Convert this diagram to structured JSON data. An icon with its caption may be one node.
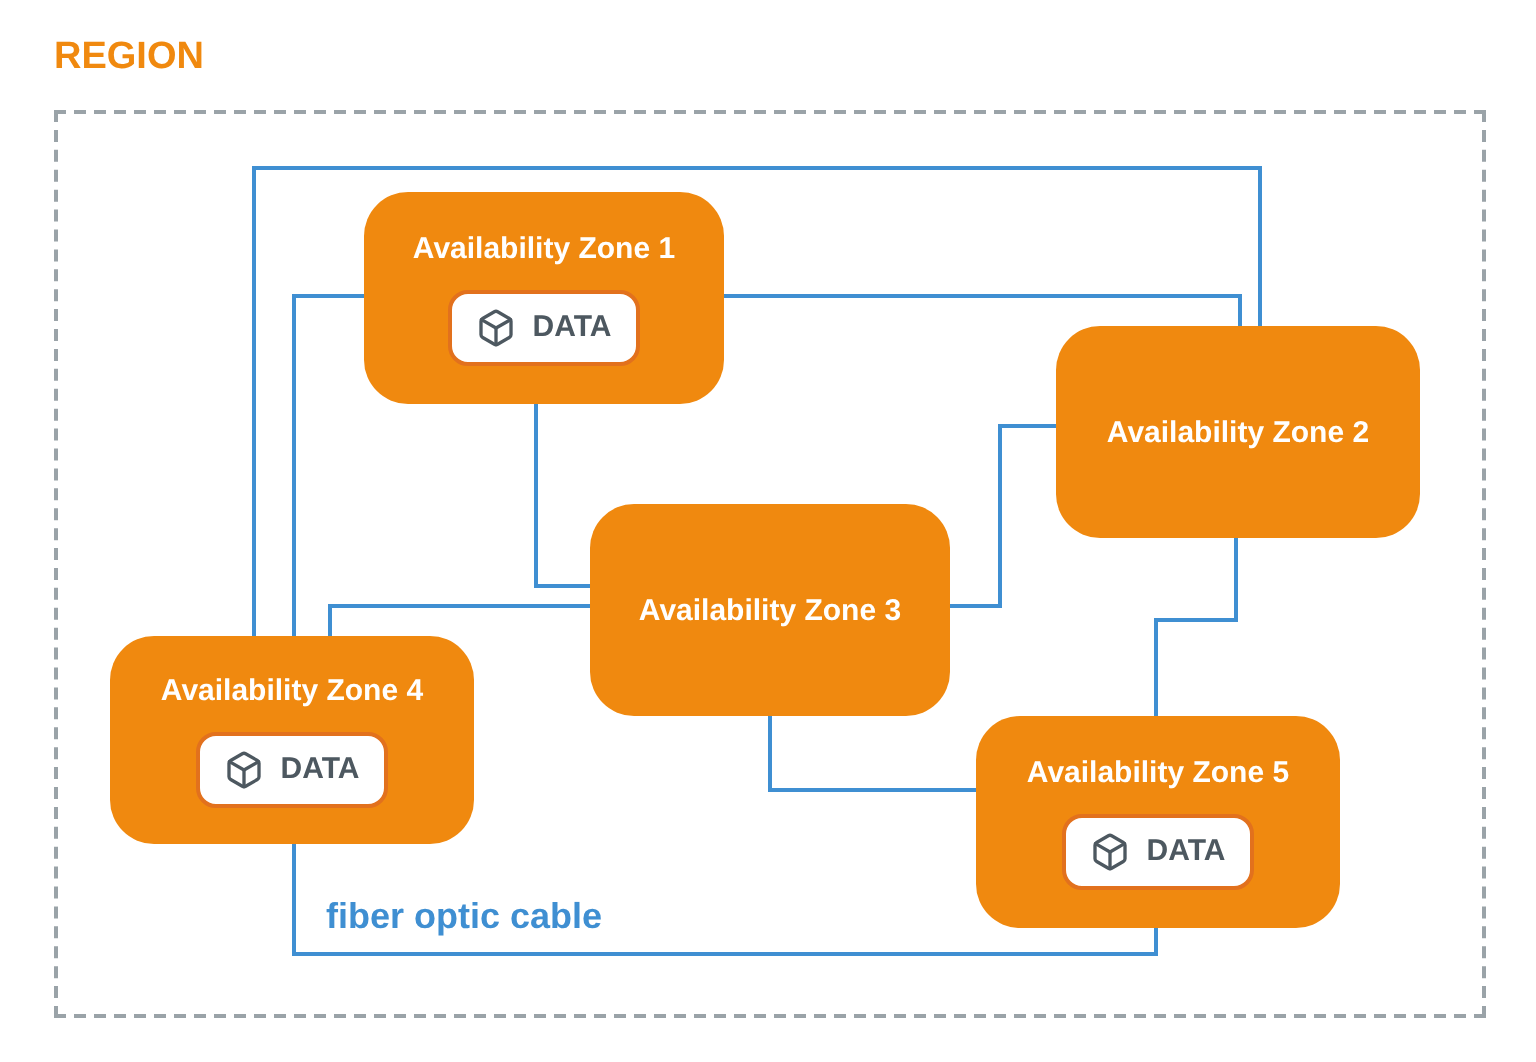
{
  "diagram": {
    "nodes": [
      {
        "text": [
          "REGION"
        ]
      },
      {
        "text": [
          "Availability Zone 1"
        ],
        "in": 0
      },
      {
        "text": [
          "DATA"
        ],
        "in": 1
      },
      {
        "text": [
          "Availability Zone 2"
        ],
        "in": 0
      },
      {
        "text": [
          "Availability Zone 3"
        ],
        "in": 0
      },
      {
        "text": [
          "Availability Zone 4"
        ],
        "in": 0
      },
      {
        "text": [
          "DATA"
        ],
        "in": 5
      },
      {
        "text": [
          "Availability Zone 5"
        ],
        "in": 0
      },
      {
        "text": [
          "DATA"
        ],
        "in": 7
      }
    ],
    "edges": [
      {
        "from": 5,
        "to": 3,
        "arrow": "none"
      },
      {
        "from": 5,
        "to": 1,
        "arrow": "none"
      },
      {
        "from": 1,
        "to": 3,
        "arrow": "none"
      },
      {
        "from": 1,
        "to": 4,
        "arrow": "none"
      },
      {
        "from": 5,
        "to": 4,
        "arrow": "none"
      },
      {
        "from": 4,
        "to": 3,
        "arrow": "none"
      },
      {
        "from": 3,
        "to": 7,
        "arrow": "none"
      },
      {
        "from": 4,
        "to": 7,
        "arrow": "none"
      },
      {
        "from": 5,
        "to": 7,
        "arrow": "none"
      }
    ],
    "labels": [
      "fiber optic cable"
    ]
  }
}
